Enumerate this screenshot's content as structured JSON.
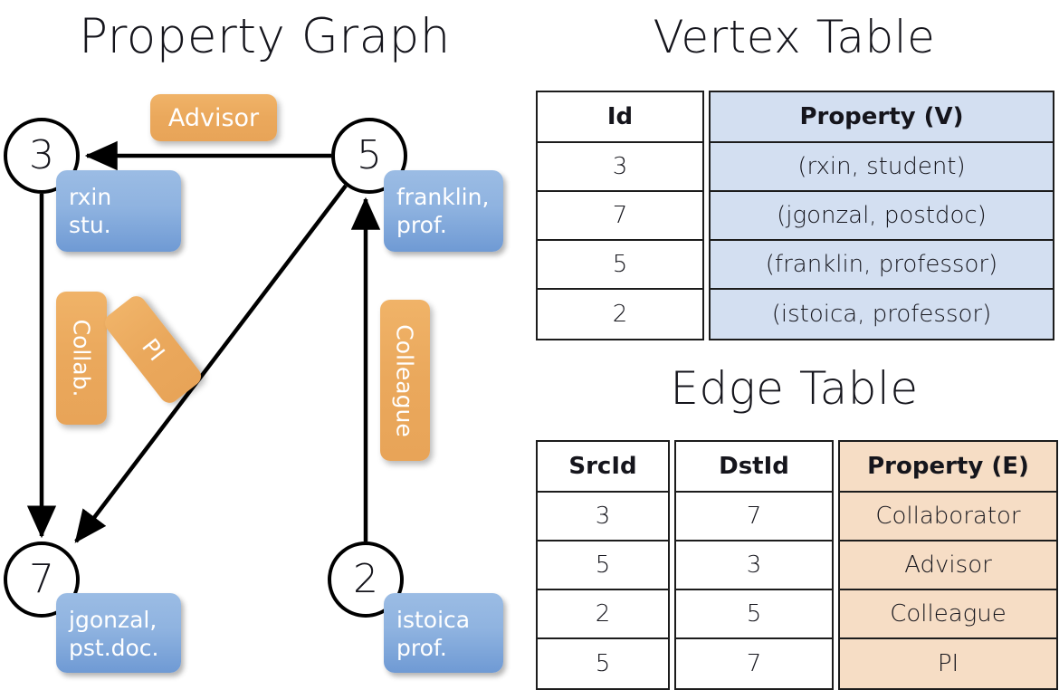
{
  "titles": {
    "property_graph": "Property Graph",
    "vertex_table": "Vertex Table",
    "edge_table": "Edge Table"
  },
  "graph": {
    "nodes": [
      {
        "id": "3",
        "property_line1": "rxin",
        "property_line2": "stu."
      },
      {
        "id": "5",
        "property_line1": "franklin,",
        "property_line2": "prof."
      },
      {
        "id": "7",
        "property_line1": "jgonzal,",
        "property_line2": "pst.doc."
      },
      {
        "id": "2",
        "property_line1": "istoica",
        "property_line2": "prof."
      }
    ],
    "node_properties": {
      "rxin": "rxin\nstu.",
      "franklin": "franklin,\nprof.",
      "jgonzal": "jgonzal,\npst.doc.",
      "istoica": "istoica\nprof."
    },
    "edge_labels": {
      "advisor": "Advisor",
      "collab": "Collab.",
      "pi": "PI",
      "colleague": "Colleague"
    },
    "edges": [
      {
        "from": "3",
        "to": "7",
        "label": "Collab."
      },
      {
        "from": "5",
        "to": "3",
        "label": "Advisor"
      },
      {
        "from": "2",
        "to": "5",
        "label": "Colleague"
      },
      {
        "from": "5",
        "to": "7",
        "label": "PI"
      }
    ]
  },
  "vertex_table": {
    "headers": [
      "Id",
      "Property (V)"
    ],
    "rows": [
      {
        "id": "3",
        "property": "(rxin, student)"
      },
      {
        "id": "7",
        "property": "(jgonzal, postdoc)"
      },
      {
        "id": "5",
        "property": "(franklin, professor)"
      },
      {
        "id": "2",
        "property": "(istoica, professor)"
      }
    ]
  },
  "edge_table": {
    "headers": [
      "SrcId",
      "DstId",
      "Property (E)"
    ],
    "rows": [
      {
        "src": "3",
        "dst": "7",
        "property": "Collaborator"
      },
      {
        "src": "5",
        "dst": "3",
        "property": "Advisor"
      },
      {
        "src": "2",
        "dst": "5",
        "property": "Colleague"
      },
      {
        "src": "5",
        "dst": "7",
        "property": "PI"
      }
    ]
  },
  "colors": {
    "vertex_property_fill": "#d3dff1",
    "edge_property_fill": "#f6ddc5",
    "node_property_box": "#8fb3e0",
    "edge_label_badge": "#eaa85c",
    "stroke": "#000000",
    "background": "#ffffff"
  }
}
